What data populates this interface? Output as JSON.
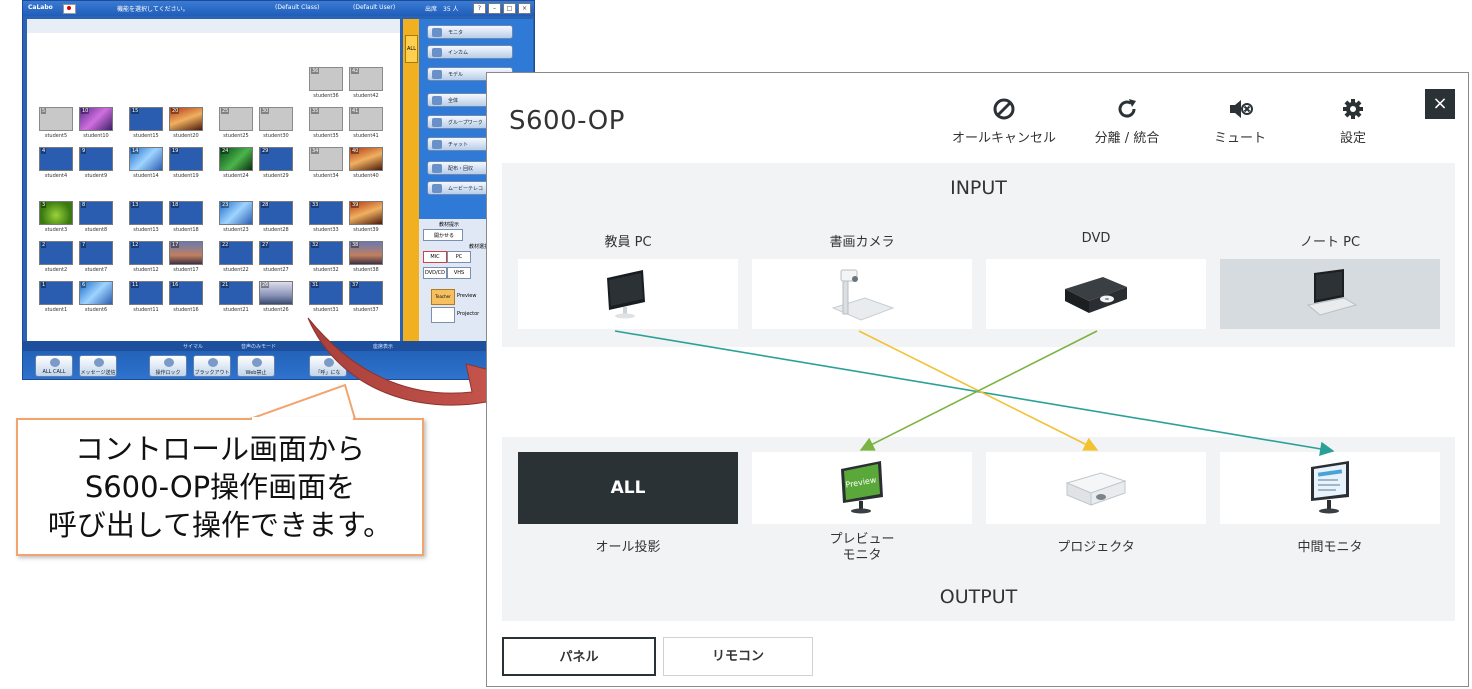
{
  "calabo": {
    "logo": "CaLabo",
    "title_message": "機能を選択してください。",
    "class_name": "(Default Class)",
    "user_name": "(Default User)",
    "attendance": "出席　35 人",
    "all_label": "ALL",
    "menu": [
      "モニタ",
      "インカム",
      "モデル",
      "",
      "全体",
      "グループワーク",
      "チャット",
      "",
      "配布・回収",
      "ムービーテレコ"
    ],
    "tool_labels": {
      "material": "教材提示",
      "open": "開かせる",
      "select": "教材選択",
      "mic": "MIC",
      "pc": "PC",
      "dvd": "DVD/CD",
      "vhs": "VHS",
      "teacher": "Teacher",
      "preview": "Preview",
      "projector": "Projector"
    },
    "status_strip": [
      "サイマル",
      "音声のみモード",
      "座席表示"
    ],
    "bottom_buttons": [
      "ALL CALL",
      "メッセージ送信",
      "操作ロック",
      "ブラックアウト",
      "Web禁止",
      "「呼」にな"
    ],
    "seats": [
      {
        "num": "36",
        "label": "student36"
      },
      {
        "num": "42",
        "label": "student42"
      },
      {
        "num": "5",
        "label": "student5"
      },
      {
        "num": "10",
        "label": "student10"
      },
      {
        "num": "15",
        "label": "student15"
      },
      {
        "num": "20",
        "label": "student20"
      },
      {
        "num": "25",
        "label": "student25"
      },
      {
        "num": "30",
        "label": "student30"
      },
      {
        "num": "35",
        "label": "student35"
      },
      {
        "num": "41",
        "label": "student41"
      },
      {
        "num": "4",
        "label": "student4"
      },
      {
        "num": "9",
        "label": "student9"
      },
      {
        "num": "14",
        "label": "student14"
      },
      {
        "num": "19",
        "label": "student19"
      },
      {
        "num": "24",
        "label": "student24"
      },
      {
        "num": "29",
        "label": "student29"
      },
      {
        "num": "34",
        "label": "student34"
      },
      {
        "num": "40",
        "label": "student40"
      },
      {
        "num": "3",
        "label": "student3"
      },
      {
        "num": "8",
        "label": "student8"
      },
      {
        "num": "13",
        "label": "student13"
      },
      {
        "num": "18",
        "label": "student18"
      },
      {
        "num": "23",
        "label": "student23"
      },
      {
        "num": "28",
        "label": "student28"
      },
      {
        "num": "33",
        "label": "student33"
      },
      {
        "num": "39",
        "label": "student39"
      },
      {
        "num": "2",
        "label": "student2"
      },
      {
        "num": "7",
        "label": "student7"
      },
      {
        "num": "12",
        "label": "student12"
      },
      {
        "num": "17",
        "label": "student17"
      },
      {
        "num": "22",
        "label": "student22"
      },
      {
        "num": "27",
        "label": "student27"
      },
      {
        "num": "32",
        "label": "student32"
      },
      {
        "num": "38",
        "label": "student38"
      },
      {
        "num": "1",
        "label": "student1"
      },
      {
        "num": "6",
        "label": "student6"
      },
      {
        "num": "11",
        "label": "student11"
      },
      {
        "num": "16",
        "label": "student16"
      },
      {
        "num": "21",
        "label": "student21"
      },
      {
        "num": "26",
        "label": "student26"
      },
      {
        "num": "31",
        "label": "student31"
      },
      {
        "num": "37",
        "label": "student37"
      }
    ]
  },
  "callout": {
    "lines": [
      "コントロール画面から",
      "S600-OP操作画面を",
      "呼び出して操作できます。"
    ]
  },
  "panel": {
    "title": "S600-OP",
    "toolbar": [
      {
        "label": "オールキャンセル",
        "icon": "cancel-icon"
      },
      {
        "label": "分離 / 統合",
        "icon": "refresh-icon"
      },
      {
        "label": "ミュート",
        "icon": "mute-icon"
      },
      {
        "label": "設定",
        "icon": "gear-icon"
      }
    ],
    "close_label": "×",
    "input_title": "INPUT",
    "inputs": [
      {
        "label": "教員 PC",
        "icon": "desktop-monitor-icon",
        "selected": false
      },
      {
        "label": "書画カメラ",
        "icon": "document-camera-icon",
        "selected": false
      },
      {
        "label": "DVD",
        "icon": "dvd-player-icon",
        "selected": false
      },
      {
        "label": "ノート PC",
        "icon": "laptop-icon",
        "selected": true
      }
    ],
    "output_title": "OUTPUT",
    "all_button": "ALL",
    "outputs": [
      {
        "label": "オール投影",
        "icon": ""
      },
      {
        "label": "プレビュー\nモニタ",
        "icon": "preview-monitor-icon",
        "badge": "Preview"
      },
      {
        "label": "プロジェクタ",
        "icon": "projector-icon"
      },
      {
        "label": "中間モニタ",
        "icon": "middle-monitor-icon"
      }
    ],
    "routes": [
      {
        "from": "教員 PC",
        "to": "中間モニタ",
        "color": "#2aa198"
      },
      {
        "from": "書画カメラ",
        "to": "プロジェクタ",
        "color": "#f2c230"
      },
      {
        "from": "DVD",
        "to": "プレビュー\nモニタ",
        "color": "#7cb342"
      }
    ],
    "tabs": [
      "パネル",
      "リモコン"
    ],
    "active_tab": "パネル"
  },
  "colors": {
    "dark": "#2b3236",
    "zone_bg": "#f2f3f4",
    "arrow": "#c0504d",
    "callout_border": "#f2a46e"
  }
}
